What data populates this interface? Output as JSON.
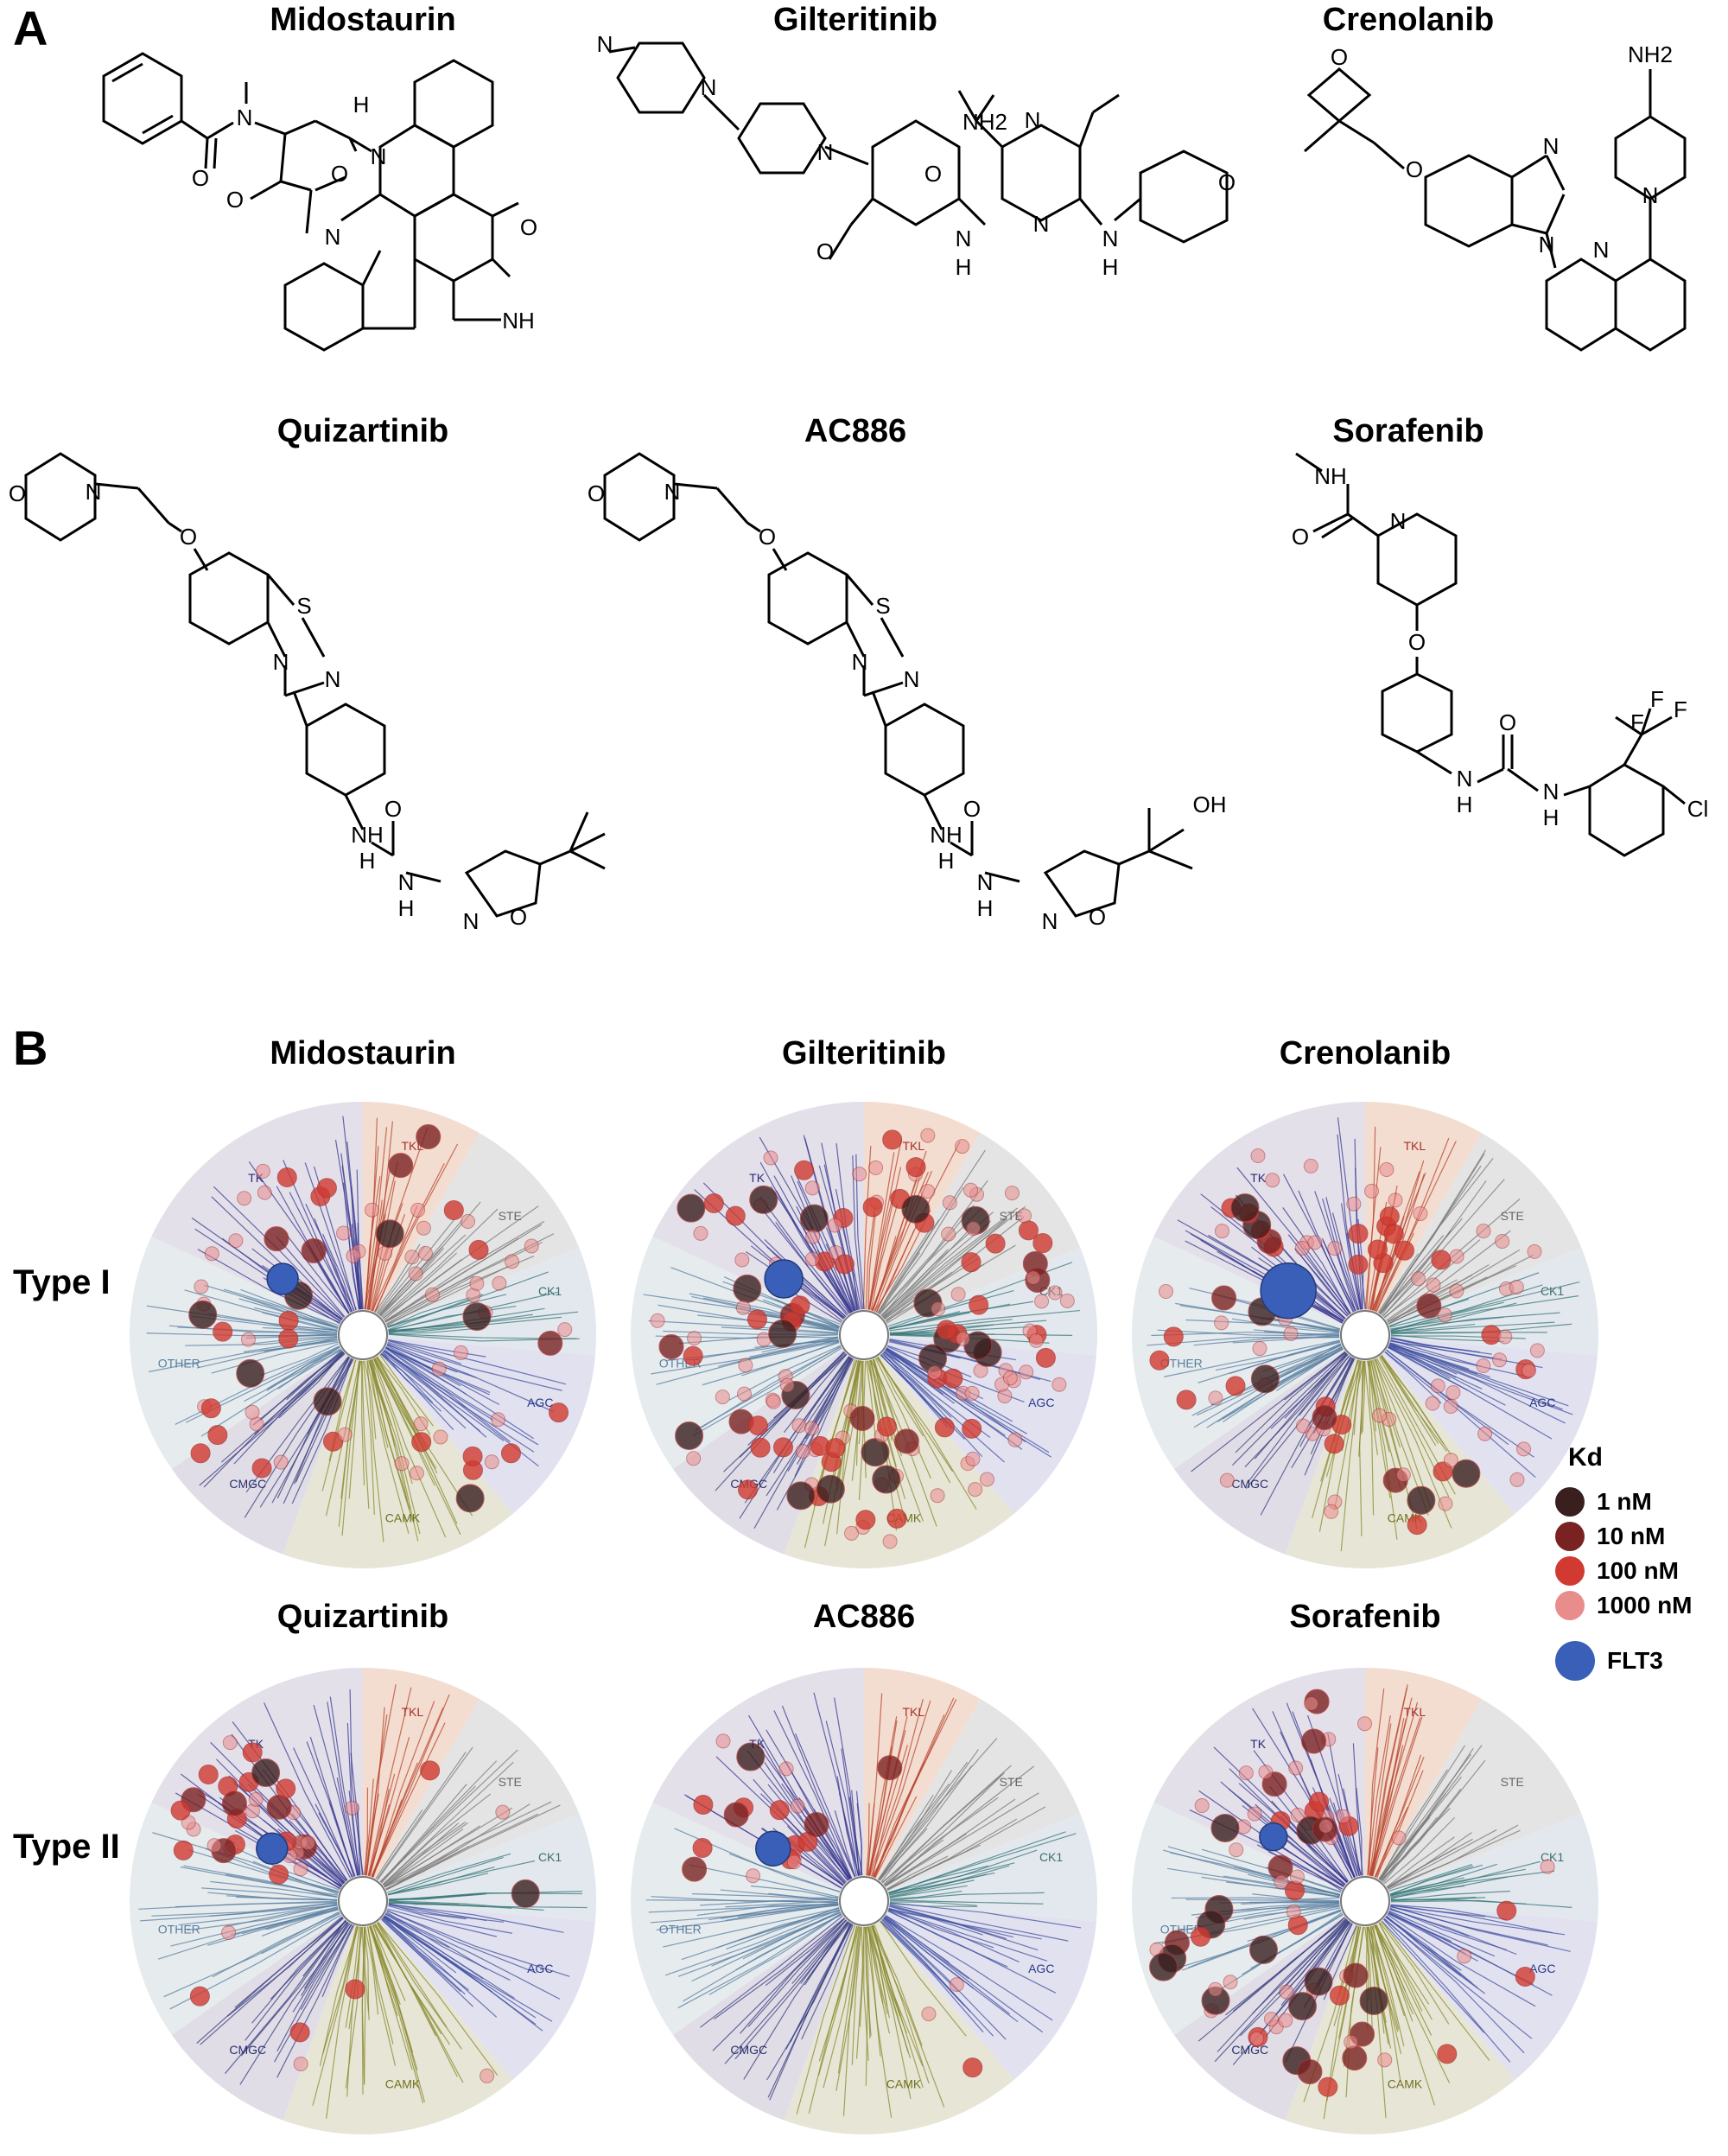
{
  "panel_a": {
    "letter": "A",
    "drugs": [
      {
        "name": "Midostaurin"
      },
      {
        "name": "Gilteritinib"
      },
      {
        "name": "Crenolanib"
      },
      {
        "name": "Quizartinib"
      },
      {
        "name": "AC886"
      },
      {
        "name": "Sorafenib"
      }
    ],
    "atoms": {
      "midostaurin": [
        "N",
        "O",
        "H",
        "N",
        "O",
        "O",
        "N",
        "O",
        "NH"
      ],
      "gilteritinib": [
        "N",
        "N",
        "N",
        "NH2",
        "O",
        "N",
        "N",
        "O",
        "N",
        "H",
        "N",
        "H",
        "O"
      ],
      "crenolanib": [
        "O",
        "O",
        "N",
        "N",
        "NH2",
        "N",
        "N"
      ],
      "quizartinib": [
        "O",
        "N",
        "O",
        "S",
        "N",
        "N",
        "NH",
        "H",
        "O",
        "N",
        "H",
        "N",
        "O"
      ],
      "ac886": [
        "O",
        "N",
        "O",
        "S",
        "N",
        "N",
        "NH",
        "H",
        "O",
        "N",
        "H",
        "N",
        "O",
        "OH"
      ],
      "sorafenib": [
        "NH",
        "O",
        "N",
        "O",
        "F",
        "F",
        "F",
        "O",
        "N",
        "H",
        "N",
        "H",
        "Cl"
      ]
    }
  },
  "panel_b": {
    "letter": "B",
    "row_labels": [
      "Type I",
      "Type II"
    ],
    "trees": [
      {
        "title": "Midostaurin"
      },
      {
        "title": "Gilteritinib"
      },
      {
        "title": "Crenolanib"
      },
      {
        "title": "Quizartinib"
      },
      {
        "title": "AC886"
      },
      {
        "title": "Sorafenib"
      }
    ],
    "groups": [
      {
        "label": "TKL",
        "color": "#f3ddd0",
        "text": "#a6302a"
      },
      {
        "label": "STE",
        "color": "#e4e4e4",
        "text": "#666666"
      },
      {
        "label": "CK1",
        "color": "#e3e8ee",
        "text": "#3a7070"
      },
      {
        "label": "AGC",
        "color": "#e2e1ef",
        "text": "#2a3a8a"
      },
      {
        "label": "CAMK",
        "color": "#e7e6d6",
        "text": "#707020"
      },
      {
        "label": "CMGC",
        "color": "#e1dde7",
        "text": "#28306a"
      },
      {
        "label": "OTHER",
        "color": "#e6ebee",
        "text": "#5a7fa0"
      },
      {
        "label": "TK",
        "color": "#e4e0ea",
        "text": "#2a2a7a"
      }
    ]
  },
  "legend": {
    "title": "Kd",
    "items": [
      {
        "label": "1 nM",
        "color": "#3a1f1f"
      },
      {
        "label": "10 nM",
        "color": "#7a2222"
      },
      {
        "label": "100 nM",
        "color": "#d13a30"
      },
      {
        "label": "1000 nM",
        "color": "#e98c8c"
      }
    ],
    "flt3": {
      "label": "FLT3",
      "color": "#3a5fb8"
    }
  }
}
